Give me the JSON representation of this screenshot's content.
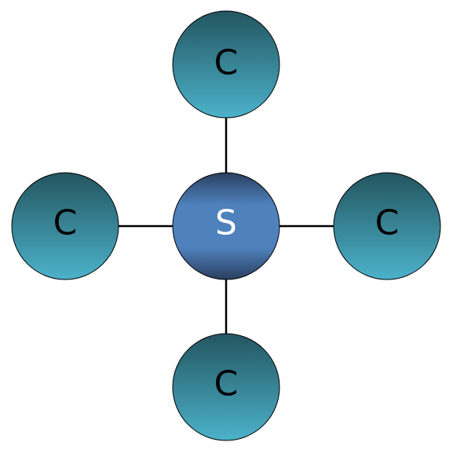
{
  "center": {
    "label": "S"
  },
  "nodes": {
    "top": {
      "label": "C"
    },
    "left": {
      "label": "C"
    },
    "right": {
      "label": "C"
    },
    "bottom": {
      "label": "C"
    }
  },
  "colors": {
    "outer_top": "#235560",
    "outer_bottom": "#4CB2CA",
    "center_top": "#2A3F60",
    "center_mid": "#4F81BD",
    "center_bottom": "#2A3F60",
    "bond": "#000000"
  }
}
